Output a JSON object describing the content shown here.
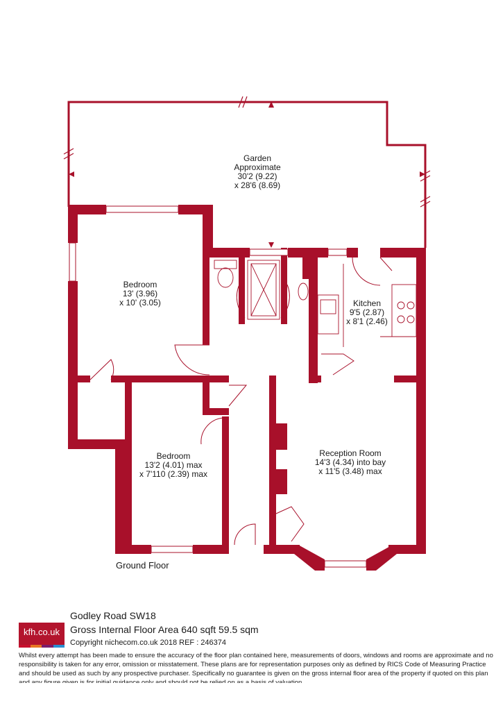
{
  "colors": {
    "wall": "#a8102a",
    "ink": "#1a1a1a",
    "logo_bg": "#b3142d",
    "logo_stripes": [
      "#c8102e",
      "#e87722",
      "#7a1e6c",
      "#2b8fd1"
    ]
  },
  "rooms": {
    "garden": {
      "name": "Garden",
      "line2": "Approximate",
      "line3": "30'2 (9.22)",
      "line4": "x 28'6 (8.69)"
    },
    "bedroom1": {
      "name": "Bedroom",
      "line2": "13' (3.96)",
      "line3": "x 10' (3.05)"
    },
    "kitchen": {
      "name": "Kitchen",
      "line2": "9'5 (2.87)",
      "line3": "x 8'1 (2.46)"
    },
    "bedroom2": {
      "name": "Bedroom",
      "line2": "13'2 (4.01) max",
      "line3": "x 7'110 (2.39) max"
    },
    "reception": {
      "name": "Reception Room",
      "line2": "14'3 (4.34) into bay",
      "line3": "x 11'5 (3.48) max"
    }
  },
  "floor_label": "Ground Floor",
  "footer": {
    "logo_text": "kfh.co.uk",
    "address": "Godley Road  SW18",
    "area": "Gross Internal Floor Area 640 sqft 59.5 sqm",
    "copyright": "Copyright nichecom.co.uk 2018 REF : 246374",
    "disclaimer": "Whilst every attempt has been made to ensure the accuracy of the floor plan contained here, measurements of doors, windows and rooms are approximate and no responsibility is taken for any error, omission or misstatement.  These plans are for representation purposes only as defined by RICS Code of Measuring Practice and should be used as such by any prospective purchaser.  Specifically no guarantee is given on the gross internal floor area of the property if quoted on this plan and any figure given is for initial guidance only and should not be relied on as a basis of valuation."
  }
}
